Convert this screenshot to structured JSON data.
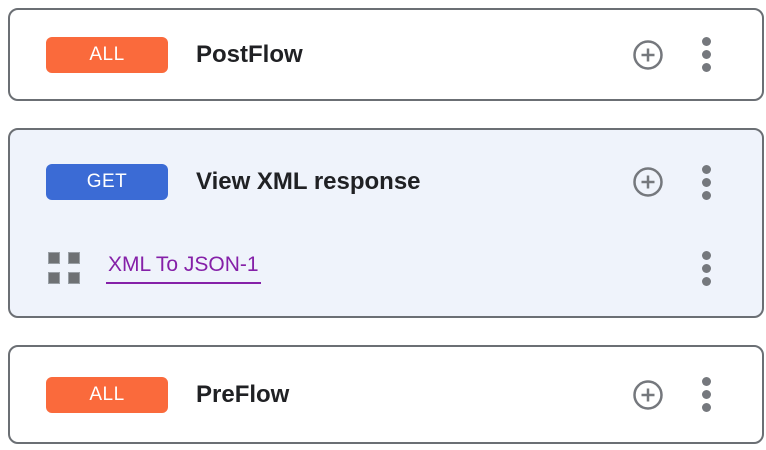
{
  "colors": {
    "all_badge_bg": "#FA6A3C",
    "get_badge_bg": "#3B6BD5",
    "badge_text": "#FFFFFF",
    "flow_card_selected_bg": "#EFF3FB",
    "card_border": "#6B6F74",
    "title_text": "#202124",
    "icon_gray": "#75787D",
    "policy_link": "#8520A8"
  },
  "icons": {
    "add": "plus-circle-icon",
    "more": "kebab-menu-icon",
    "drag": "drag-handle-grid-icon"
  },
  "cards": [
    {
      "method_badge": "ALL",
      "title": "PostFlow"
    },
    {
      "method_badge": "GET",
      "title": "View XML response",
      "policies": [
        {
          "label": "XML To JSON-1"
        }
      ]
    },
    {
      "method_badge": "ALL",
      "title": "PreFlow"
    }
  ]
}
